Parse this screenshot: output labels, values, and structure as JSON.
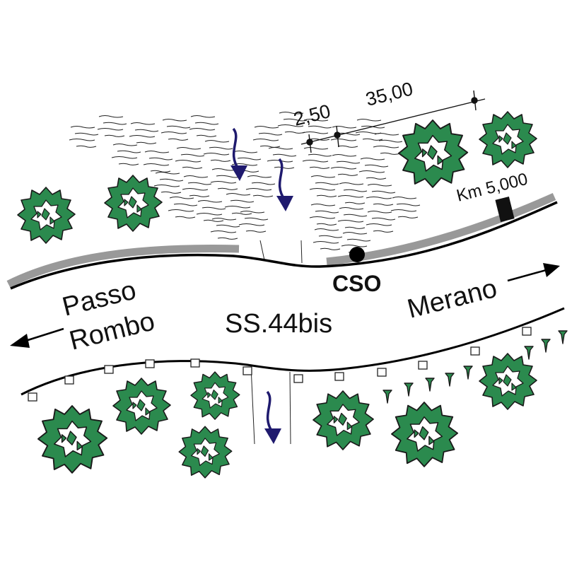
{
  "road": {
    "name": "SS.44bis",
    "destination_left_line1": "Passo",
    "destination_left_line2": "Rombo",
    "destination_right": "Merano"
  },
  "site_label": "CSO",
  "kilometer_marker": "Km 5,000",
  "dimensions": {
    "shoulder": "2,50",
    "length": "35,00"
  },
  "colors": {
    "tree_fill": "#2b8a4e",
    "tree_outline": "#1a1a1a",
    "flow_arrow": "#1f1a6e",
    "guardrail": "#999999",
    "road_edge": "#000000"
  },
  "icons": [
    "tree-icon",
    "conifer-sapling-icon",
    "flow-arrow-icon",
    "direction-arrow-icon",
    "km-post-icon"
  ]
}
